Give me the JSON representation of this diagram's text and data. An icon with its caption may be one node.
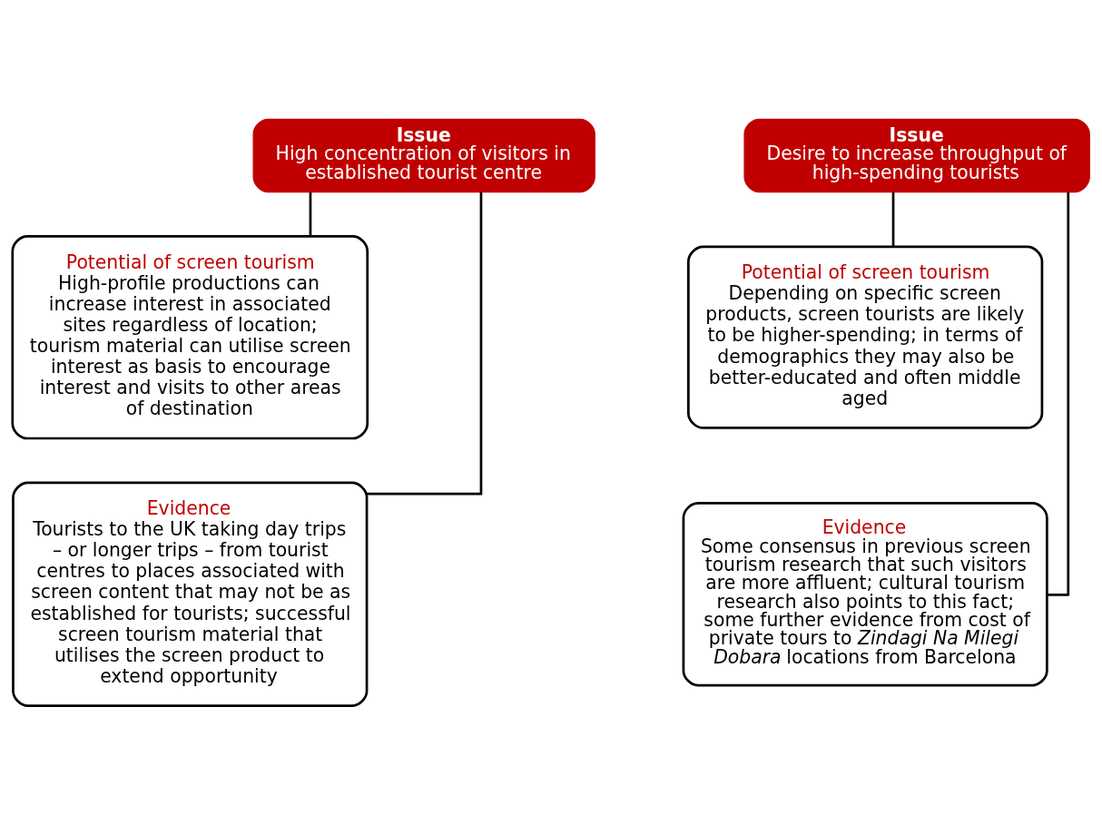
{
  "diagram": {
    "nodes": [
      {
        "text": [
          "Issue",
          "High concentration of visitors in established tourist centre"
        ]
      },
      {
        "text": [
          "Potential of screen tourism",
          "High-profile productions can increase interest in associated sites regardless of location; tourism material can utilise screen interest as basis to encourage interest and visits to other areas of destination"
        ]
      },
      {
        "text": [
          "Evidence",
          "Tourists to the UK taking day trips – or longer trips – from tourist centres to places associated with screen content that may not be as established for tourists; successful screen tourism material that utilises the screen product to extend opportunity"
        ]
      },
      {
        "text": [
          "Issue",
          "Desire to increase throughput of high-spending tourists"
        ]
      },
      {
        "text": [
          "Potential of screen tourism",
          "Depending on specific screen products, screen tourists are likely to be higher-spending; in terms of demographics they may also be better-educated and often middle aged"
        ]
      },
      {
        "text": [
          "Evidence",
          "Some consensus in previous screen tourism research that such visitors are more affluent; cultural tourism research also points to this fact; some further evidence from cost of private tours to *Zindagi Na Milegi Dobara* locations from Barcelona"
        ]
      }
    ],
    "edges": [
      {
        "from": 0,
        "to": 1,
        "arrow": "none"
      },
      {
        "from": 0,
        "to": 2,
        "arrow": "none"
      },
      {
        "from": 3,
        "to": 4,
        "arrow": "none"
      },
      {
        "from": 3,
        "to": 5,
        "arrow": "none"
      }
    ]
  }
}
